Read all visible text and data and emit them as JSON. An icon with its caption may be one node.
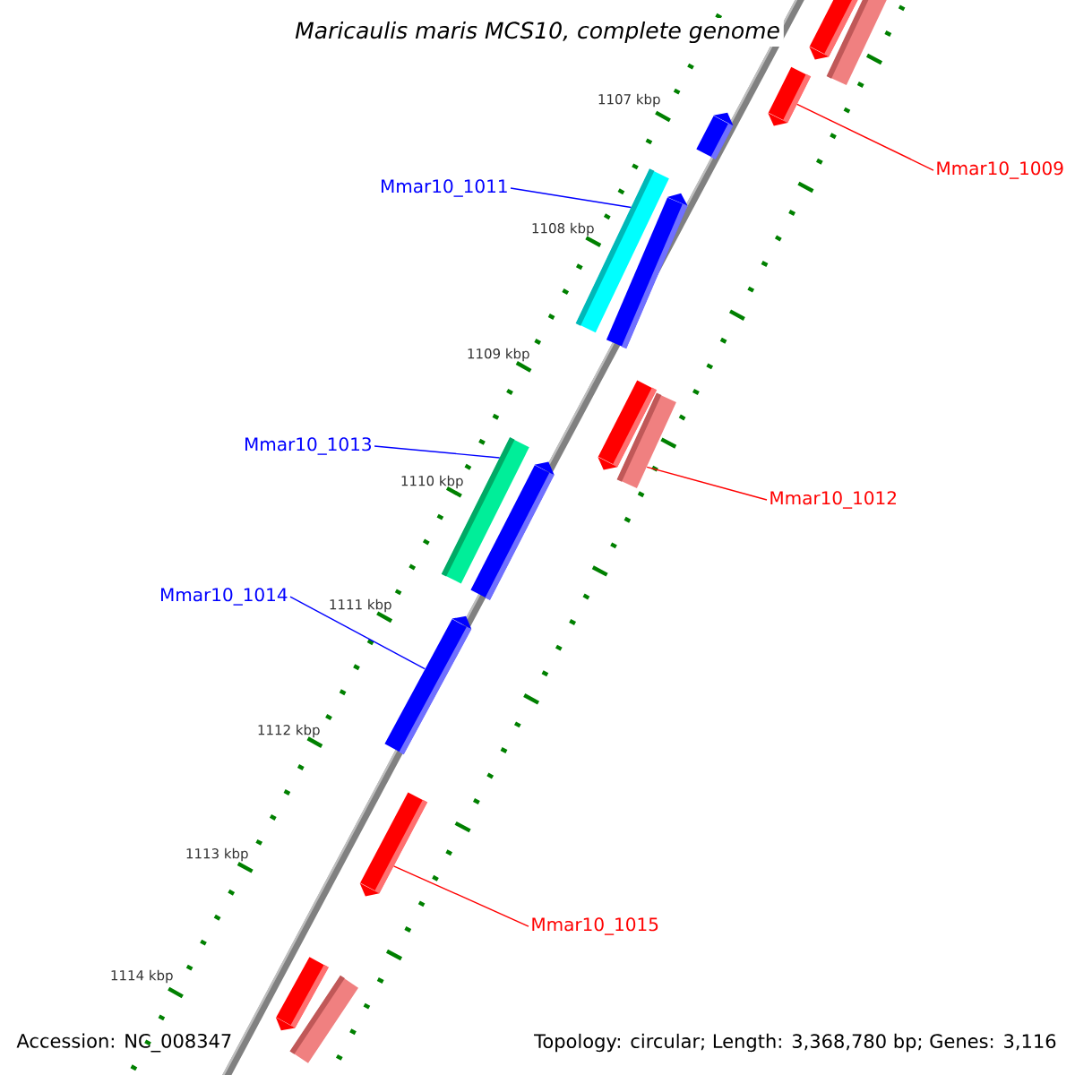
{
  "diagram": {
    "title": "Maricaulis maris MCS10, complete genome",
    "nodes": [
      {
        "text": [
          "Mmar10_1009"
        ]
      },
      {
        "text": [
          "Mmar10_1011"
        ]
      },
      {
        "text": [
          "Mmar10_1013"
        ]
      },
      {
        "text": [
          "Mmar10_1012"
        ]
      },
      {
        "text": [
          "Mmar10_1014"
        ]
      },
      {
        "text": [
          "Mmar10_1015"
        ]
      },
      {
        "text": [],
        "shape": "arrow"
      },
      {
        "text": [],
        "shape": "bar"
      },
      {
        "text": [],
        "shape": "arrow"
      },
      {
        "text": [],
        "shape": "arrow"
      },
      {
        "text": [],
        "shape": "bar"
      },
      {
        "text": [],
        "shape": "arrow"
      },
      {
        "text": [],
        "shape": "arrow"
      },
      {
        "text": [],
        "shape": "bar"
      },
      {
        "text": [],
        "shape": "bar"
      },
      {
        "text": [],
        "shape": "arrow"
      },
      {
        "text": [],
        "shape": "arrow"
      },
      {
        "text": [],
        "shape": "arrow"
      },
      {
        "text": [],
        "shape": "arrow"
      },
      {
        "text": [],
        "shape": "bar"
      }
    ],
    "edges": [
      {
        "from": 0,
        "to": 8,
        "arrow": "none",
        "color": "#ff0000"
      },
      {
        "from": 1,
        "to": 10,
        "arrow": "none",
        "color": "#0000ff"
      },
      {
        "from": 2,
        "to": 14,
        "arrow": "none",
        "color": "#0000ff"
      },
      {
        "from": 3,
        "to": 13,
        "arrow": "none",
        "color": "#ff0000"
      },
      {
        "from": 4,
        "to": 16,
        "arrow": "none",
        "color": "#0000ff"
      },
      {
        "from": 5,
        "to": 17,
        "arrow": "none",
        "color": "#ff0000"
      }
    ],
    "labels": [
      "1107 kbp",
      "1108 kbp",
      "1109 kbp",
      "1110 kbp",
      "1111 kbp",
      "1112 kbp",
      "1113 kbp",
      "1114 kbp",
      "Accession: NC_008347",
      "Topology: circular; Length: 3,368,780 bp; Genes: 3,116"
    ]
  }
}
